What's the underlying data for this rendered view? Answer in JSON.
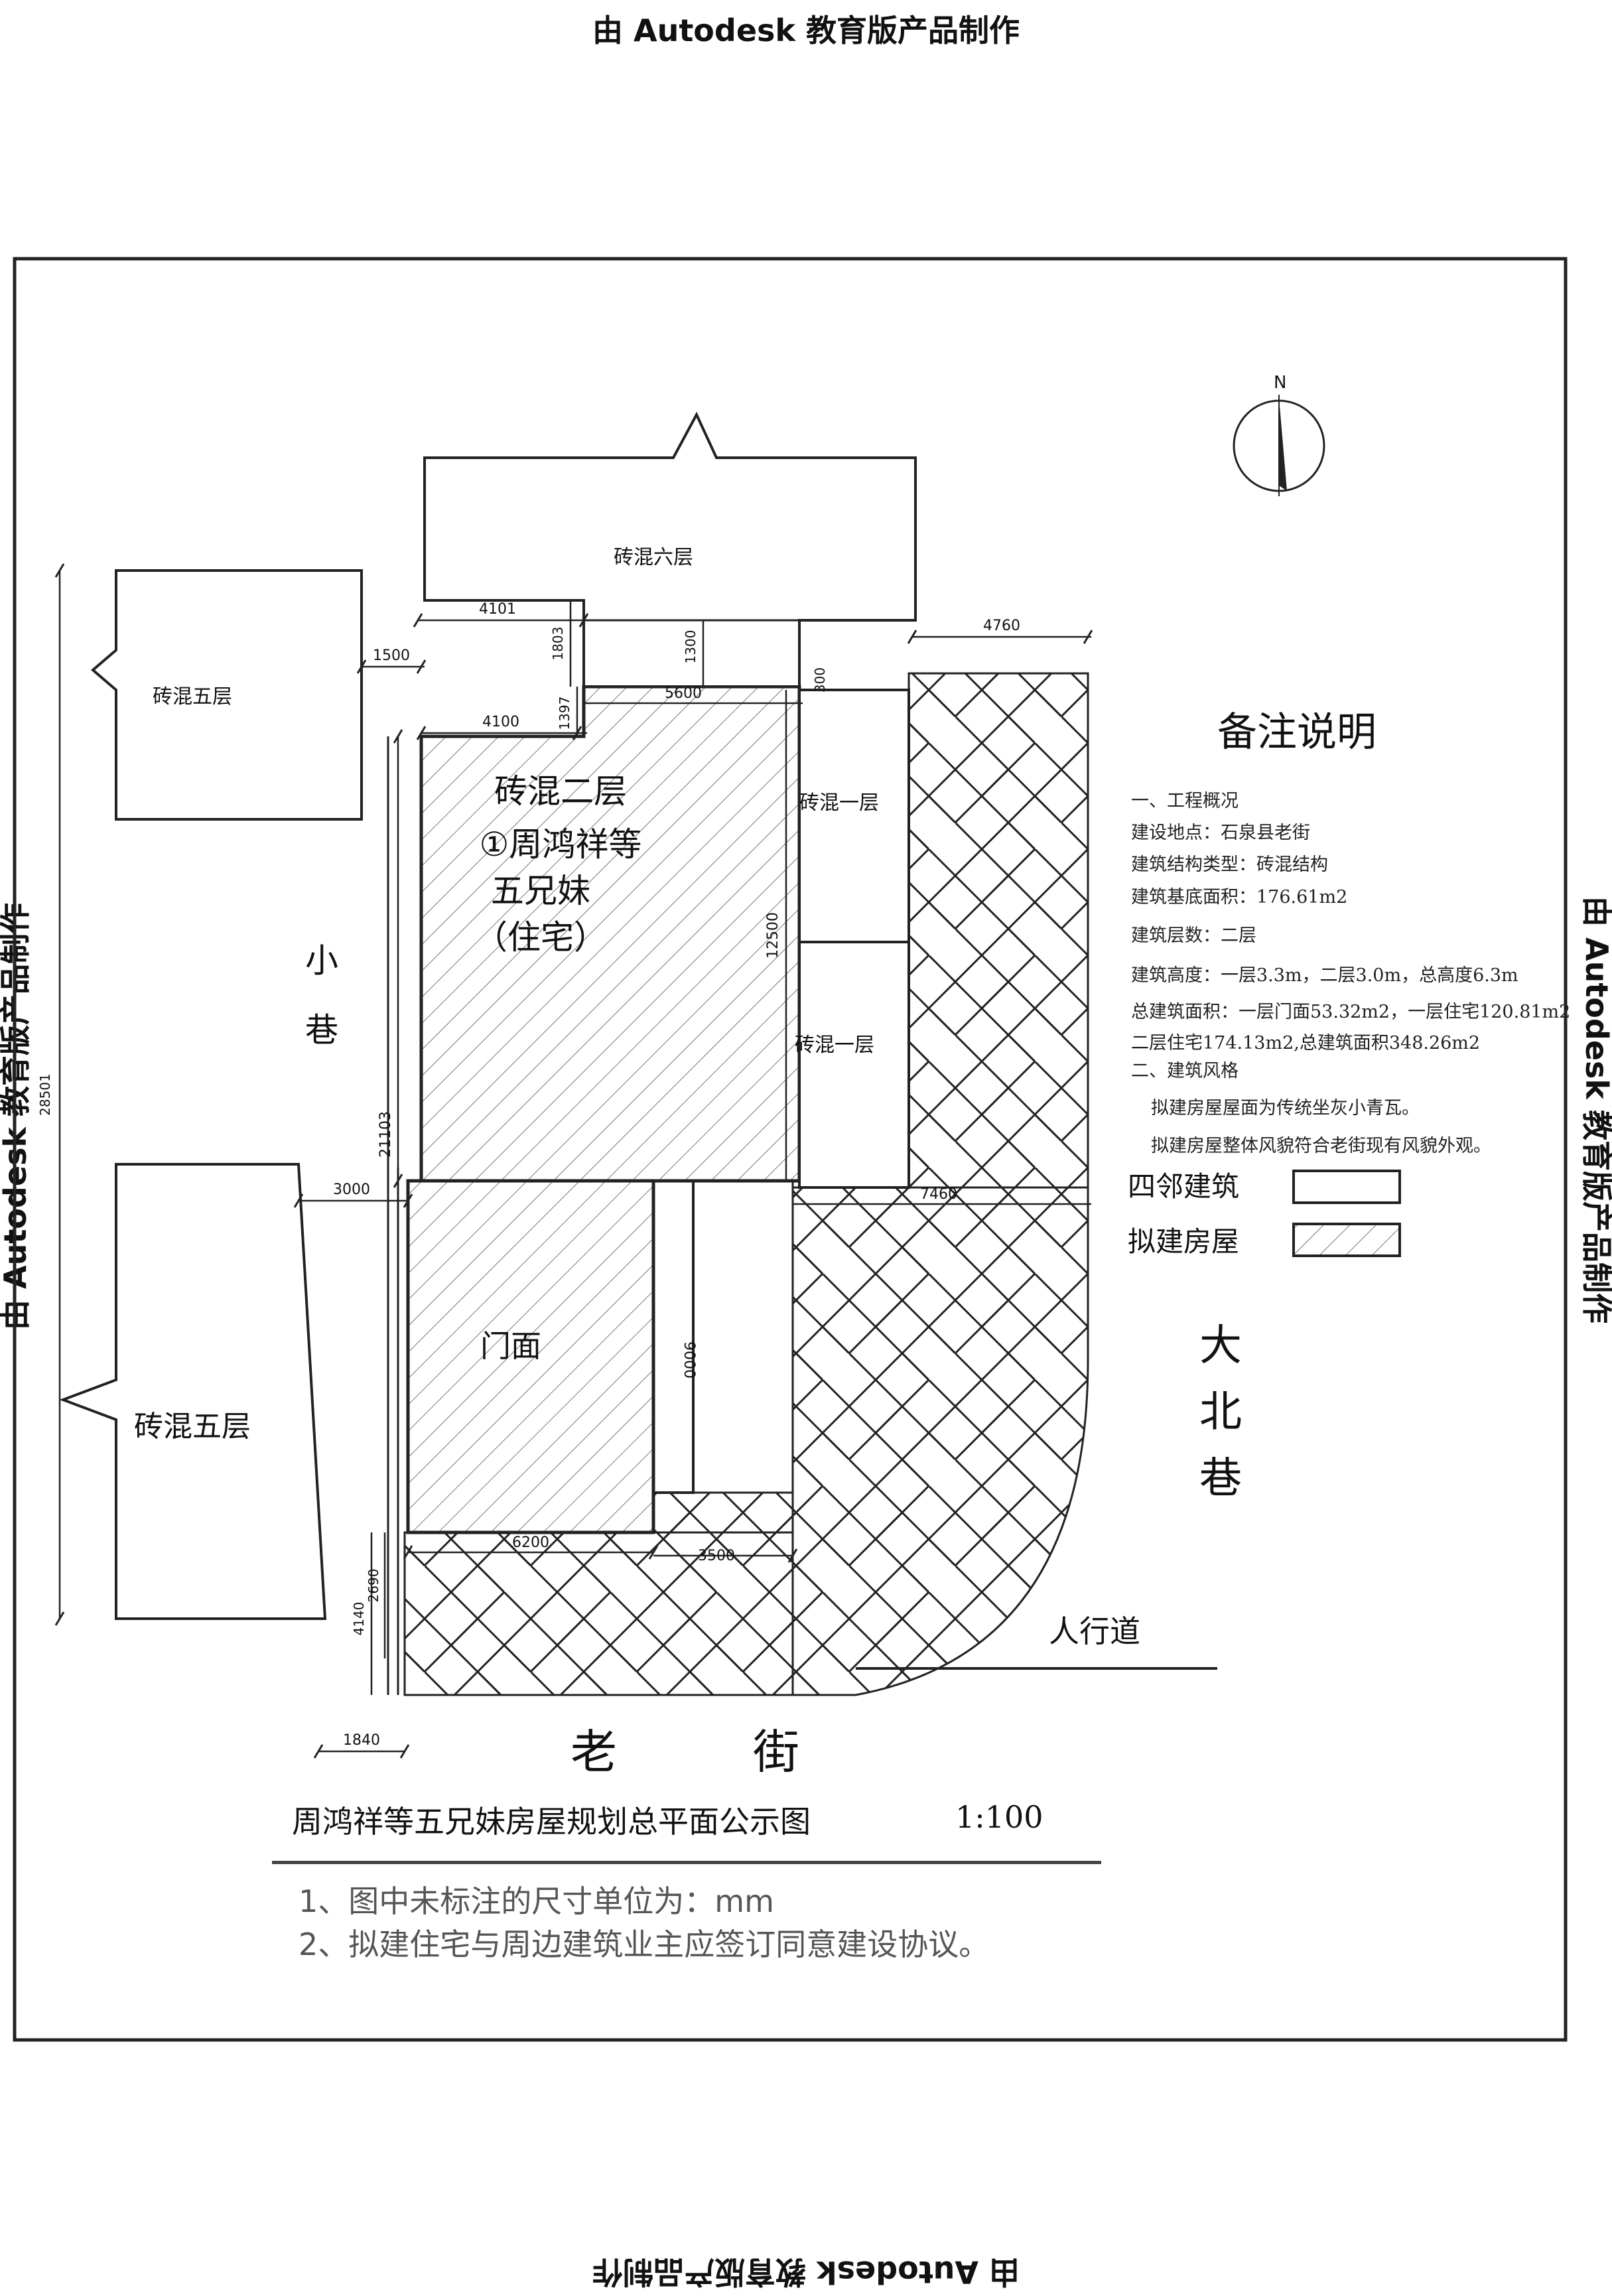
{
  "watermark": "由 Autodesk 教育版产品制作",
  "buildings": {
    "brick_six": "砖混六层",
    "brick_five_upper": "砖混五层",
    "brick_five_lower": "砖混五层",
    "brick_one_upper": "砖混一层",
    "brick_one_lower": "砖混一层",
    "main_lines": [
      "砖混二层",
      "①周鸿祥等",
      "五兄妹",
      "（住宅）"
    ],
    "shopfront": "门面"
  },
  "roads": {
    "alley": [
      "小",
      "巷"
    ],
    "north_lane": [
      "大",
      "北",
      "巷"
    ],
    "old_street": [
      "老",
      "街"
    ],
    "sidewalk": "人行道"
  },
  "compass_label": "N",
  "dims": {
    "d4101": "4101",
    "d1803": "1803",
    "d1300": "1300",
    "d4760": "4760",
    "d1500": "1500",
    "d300": "300",
    "d4100": "4100",
    "d1397": "1397",
    "d5600": "5600",
    "d12500": "12500",
    "d21103": "21103",
    "d3000": "3000",
    "d7460": "7460",
    "d9000": "9000",
    "d6200": "6200",
    "d3500": "3500",
    "d4140": "4140",
    "d2690": "2690",
    "d1840": "1840",
    "d28501": "28501"
  },
  "remarks": {
    "title": "备注说明",
    "lines": [
      "一、工程概况",
      "建设地点：石泉县老街",
      "建筑结构类型：砖混结构",
      "建筑基底面积：176.61m2",
      "建筑层数：二层",
      "建筑高度：一层3.3m，二层3.0m，总高度6.3m",
      "总建筑面积：一层门面53.32m2，一层住宅120.81m2",
      "二层住宅174.13m2,总建筑面积348.26m2",
      "二、建筑风格",
      "拟建房屋屋面为传统坐灰小青瓦。",
      "拟建房屋整体风貌符合老街现有风貌外观。"
    ]
  },
  "legend": {
    "neighbor": "四邻建筑",
    "proposed": "拟建房屋"
  },
  "sheet_title": "周鸿祥等五兄妹房屋规划总平面公示图",
  "scale": "1:100",
  "notes": [
    "1、图中未标注的尺寸单位为：mm",
    "2、拟建住宅与周边建筑业主应签订同意建设协议。"
  ]
}
